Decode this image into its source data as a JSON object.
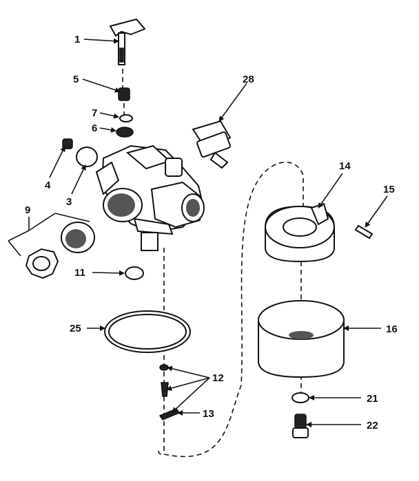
{
  "labels": {
    "p1": "1",
    "p3": "3",
    "p4": "4",
    "p5": "5",
    "p6": "6",
    "p7": "7",
    "p9": "9",
    "p11": "11",
    "p12": "12",
    "p13": "13",
    "p14": "14",
    "p15": "15",
    "p16": "16",
    "p21": "21",
    "p22": "22",
    "p25": "25",
    "p28": "28"
  }
}
